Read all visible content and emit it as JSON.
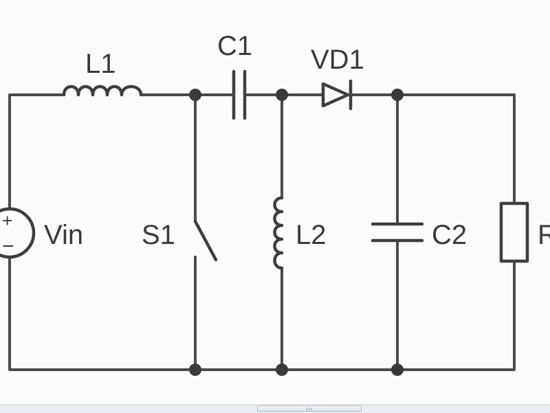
{
  "diagram": {
    "type": "circuit-schematic",
    "components": {
      "source": {
        "label": "Vin",
        "plus": "+",
        "minus": "−",
        "icon": "voltage-source-icon"
      },
      "input_inductor": {
        "label": "L1",
        "icon": "inductor-icon"
      },
      "coupling_capacitor": {
        "label": "C1",
        "icon": "capacitor-icon"
      },
      "diode": {
        "label": "VD1",
        "icon": "diode-icon"
      },
      "switch": {
        "label": "S1",
        "icon": "switch-icon"
      },
      "shunt_inductor": {
        "label": "L2",
        "icon": "inductor-icon"
      },
      "output_capacitor": {
        "label": "C2",
        "icon": "capacitor-icon"
      },
      "load": {
        "label": "R",
        "icon": "resistor-icon"
      }
    },
    "colors": {
      "line": "#4a4a4a",
      "background": "#fbfbfb",
      "scrollbar": "#e9eef4"
    }
  }
}
